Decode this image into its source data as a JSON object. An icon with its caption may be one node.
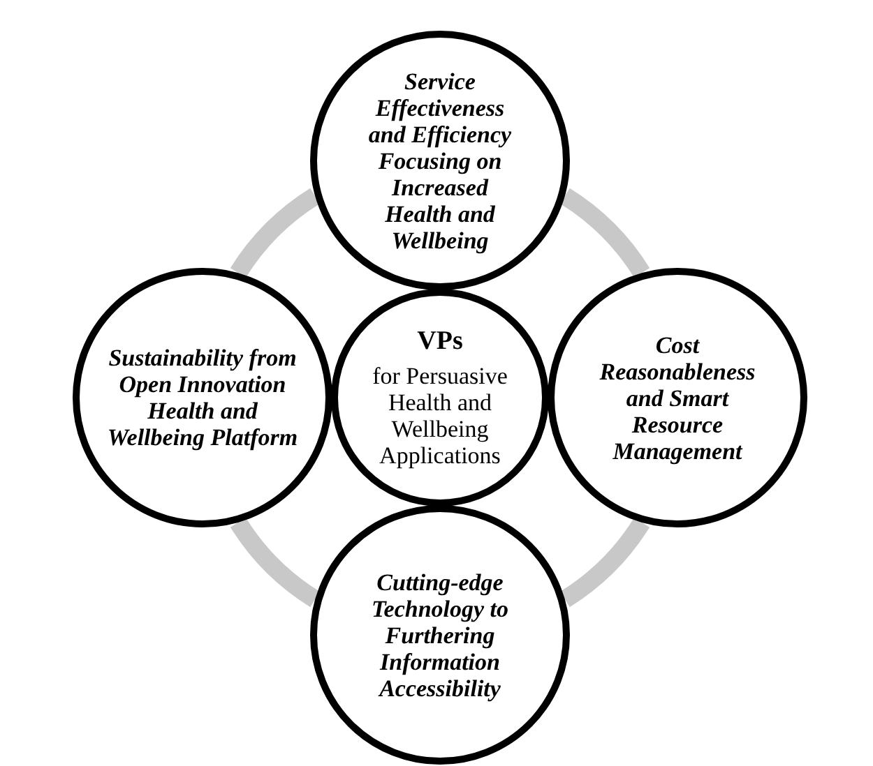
{
  "diagram": {
    "nodes": [
      {
        "text": [
          "VPs",
          "for Persuasive Health and Wellbeing Applications"
        ]
      },
      {
        "text": [
          "Service Effectiveness and Efficiency Focusing on Increased Health and Wellbeing"
        ]
      },
      {
        "text": [
          "Cost Reasonableness and Smart Resource Management"
        ]
      },
      {
        "text": [
          "Cutting-edge Technology to Furthering Information Accessibility"
        ]
      },
      {
        "text": [
          "Sustainability from Open Innovation Health and Wellbeing Platform"
        ]
      }
    ],
    "edges": [
      {
        "from": 1,
        "to": 2,
        "arrow": "none"
      },
      {
        "from": 2,
        "to": 3,
        "arrow": "none"
      },
      {
        "from": 3,
        "to": 4,
        "arrow": "none"
      },
      {
        "from": 4,
        "to": 1,
        "arrow": "none"
      }
    ]
  }
}
